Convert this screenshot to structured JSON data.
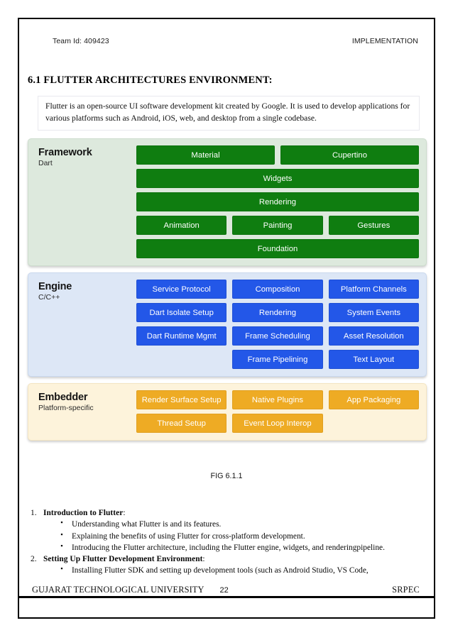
{
  "header": {
    "team_id": "Team Id: 409423",
    "chapter_label": "IMPLEMENTATION"
  },
  "section": {
    "heading": "6.1 FLUTTER ARCHITECTURES ENVIRONMENT:",
    "intro": "Flutter is an open-source UI software development kit created by Google. It is used to develop applications for various platforms such as Android, iOS, web, and desktop from a single codebase."
  },
  "diagram": {
    "caption": "FIG 6.1.1",
    "layers": [
      {
        "title": "Framework",
        "subtitle": "Dart",
        "panel_color": "#dde9dd",
        "box_color": "#0f7d10",
        "rows": [
          [
            {
              "label": "Material",
              "span": 2
            },
            {
              "label": "Cupertino",
              "span": 2
            }
          ],
          [
            {
              "label": "Widgets",
              "span": 3
            }
          ],
          [
            {
              "label": "Rendering",
              "span": 3
            }
          ],
          [
            {
              "label": "Animation",
              "span": 1
            },
            {
              "label": "Painting",
              "span": 1
            },
            {
              "label": "Gestures",
              "span": 1
            }
          ],
          [
            {
              "label": "Foundation",
              "span": 3
            }
          ]
        ]
      },
      {
        "title": "Engine",
        "subtitle": "C/C++",
        "panel_color": "#dde7f6",
        "box_color": "#2357e8",
        "rows": [
          [
            {
              "label": "Service Protocol",
              "span": 1
            },
            {
              "label": "Composition",
              "span": 1
            },
            {
              "label": "Platform Channels",
              "span": 1
            }
          ],
          [
            {
              "label": "Dart Isolate Setup",
              "span": 1
            },
            {
              "label": "Rendering",
              "span": 1
            },
            {
              "label": "System Events",
              "span": 1
            }
          ],
          [
            {
              "label": "Dart Runtime Mgmt",
              "span": 1
            },
            {
              "label": "Frame Scheduling",
              "span": 1
            },
            {
              "label": "Asset Resolution",
              "span": 1
            }
          ],
          [
            {
              "label": "",
              "span": 1,
              "spacer": true
            },
            {
              "label": "Frame Pipelining",
              "span": 1
            },
            {
              "label": "Text Layout",
              "span": 1
            }
          ]
        ]
      },
      {
        "title": "Embedder",
        "subtitle": "Platform-specific",
        "panel_color": "#fdf3db",
        "box_color": "#eeab24",
        "rows": [
          [
            {
              "label": "Render Surface Setup",
              "span": 1
            },
            {
              "label": "Native Plugins",
              "span": 1
            },
            {
              "label": "App Packaging",
              "span": 1
            }
          ],
          [
            {
              "label": "Thread Setup",
              "span": 1
            },
            {
              "label": "Event Loop Interop",
              "span": 1
            },
            {
              "label": "",
              "span": 1,
              "spacer": true
            }
          ]
        ]
      }
    ]
  },
  "list": [
    {
      "number": "1.",
      "title": "Introduction to Flutter",
      "title_suffix": ":",
      "bullets": [
        "Understanding what Flutter is and its features.",
        "Explaining the benefits of using Flutter for cross-platform development.",
        "Introducing the Flutter architecture, including the Flutter engine, widgets, and renderingpipeline."
      ]
    },
    {
      "number": "2.",
      "title": "Setting Up Flutter Development Environment",
      "title_suffix": ":",
      "bullets": [
        "Installing Flutter SDK and setting up development tools (such as Android Studio, VS Code,"
      ]
    }
  ],
  "footer": {
    "university": "GUJARAT TECHNOLOGICAL UNIVERSITY",
    "page_number": "22",
    "college": "SRPEC"
  }
}
